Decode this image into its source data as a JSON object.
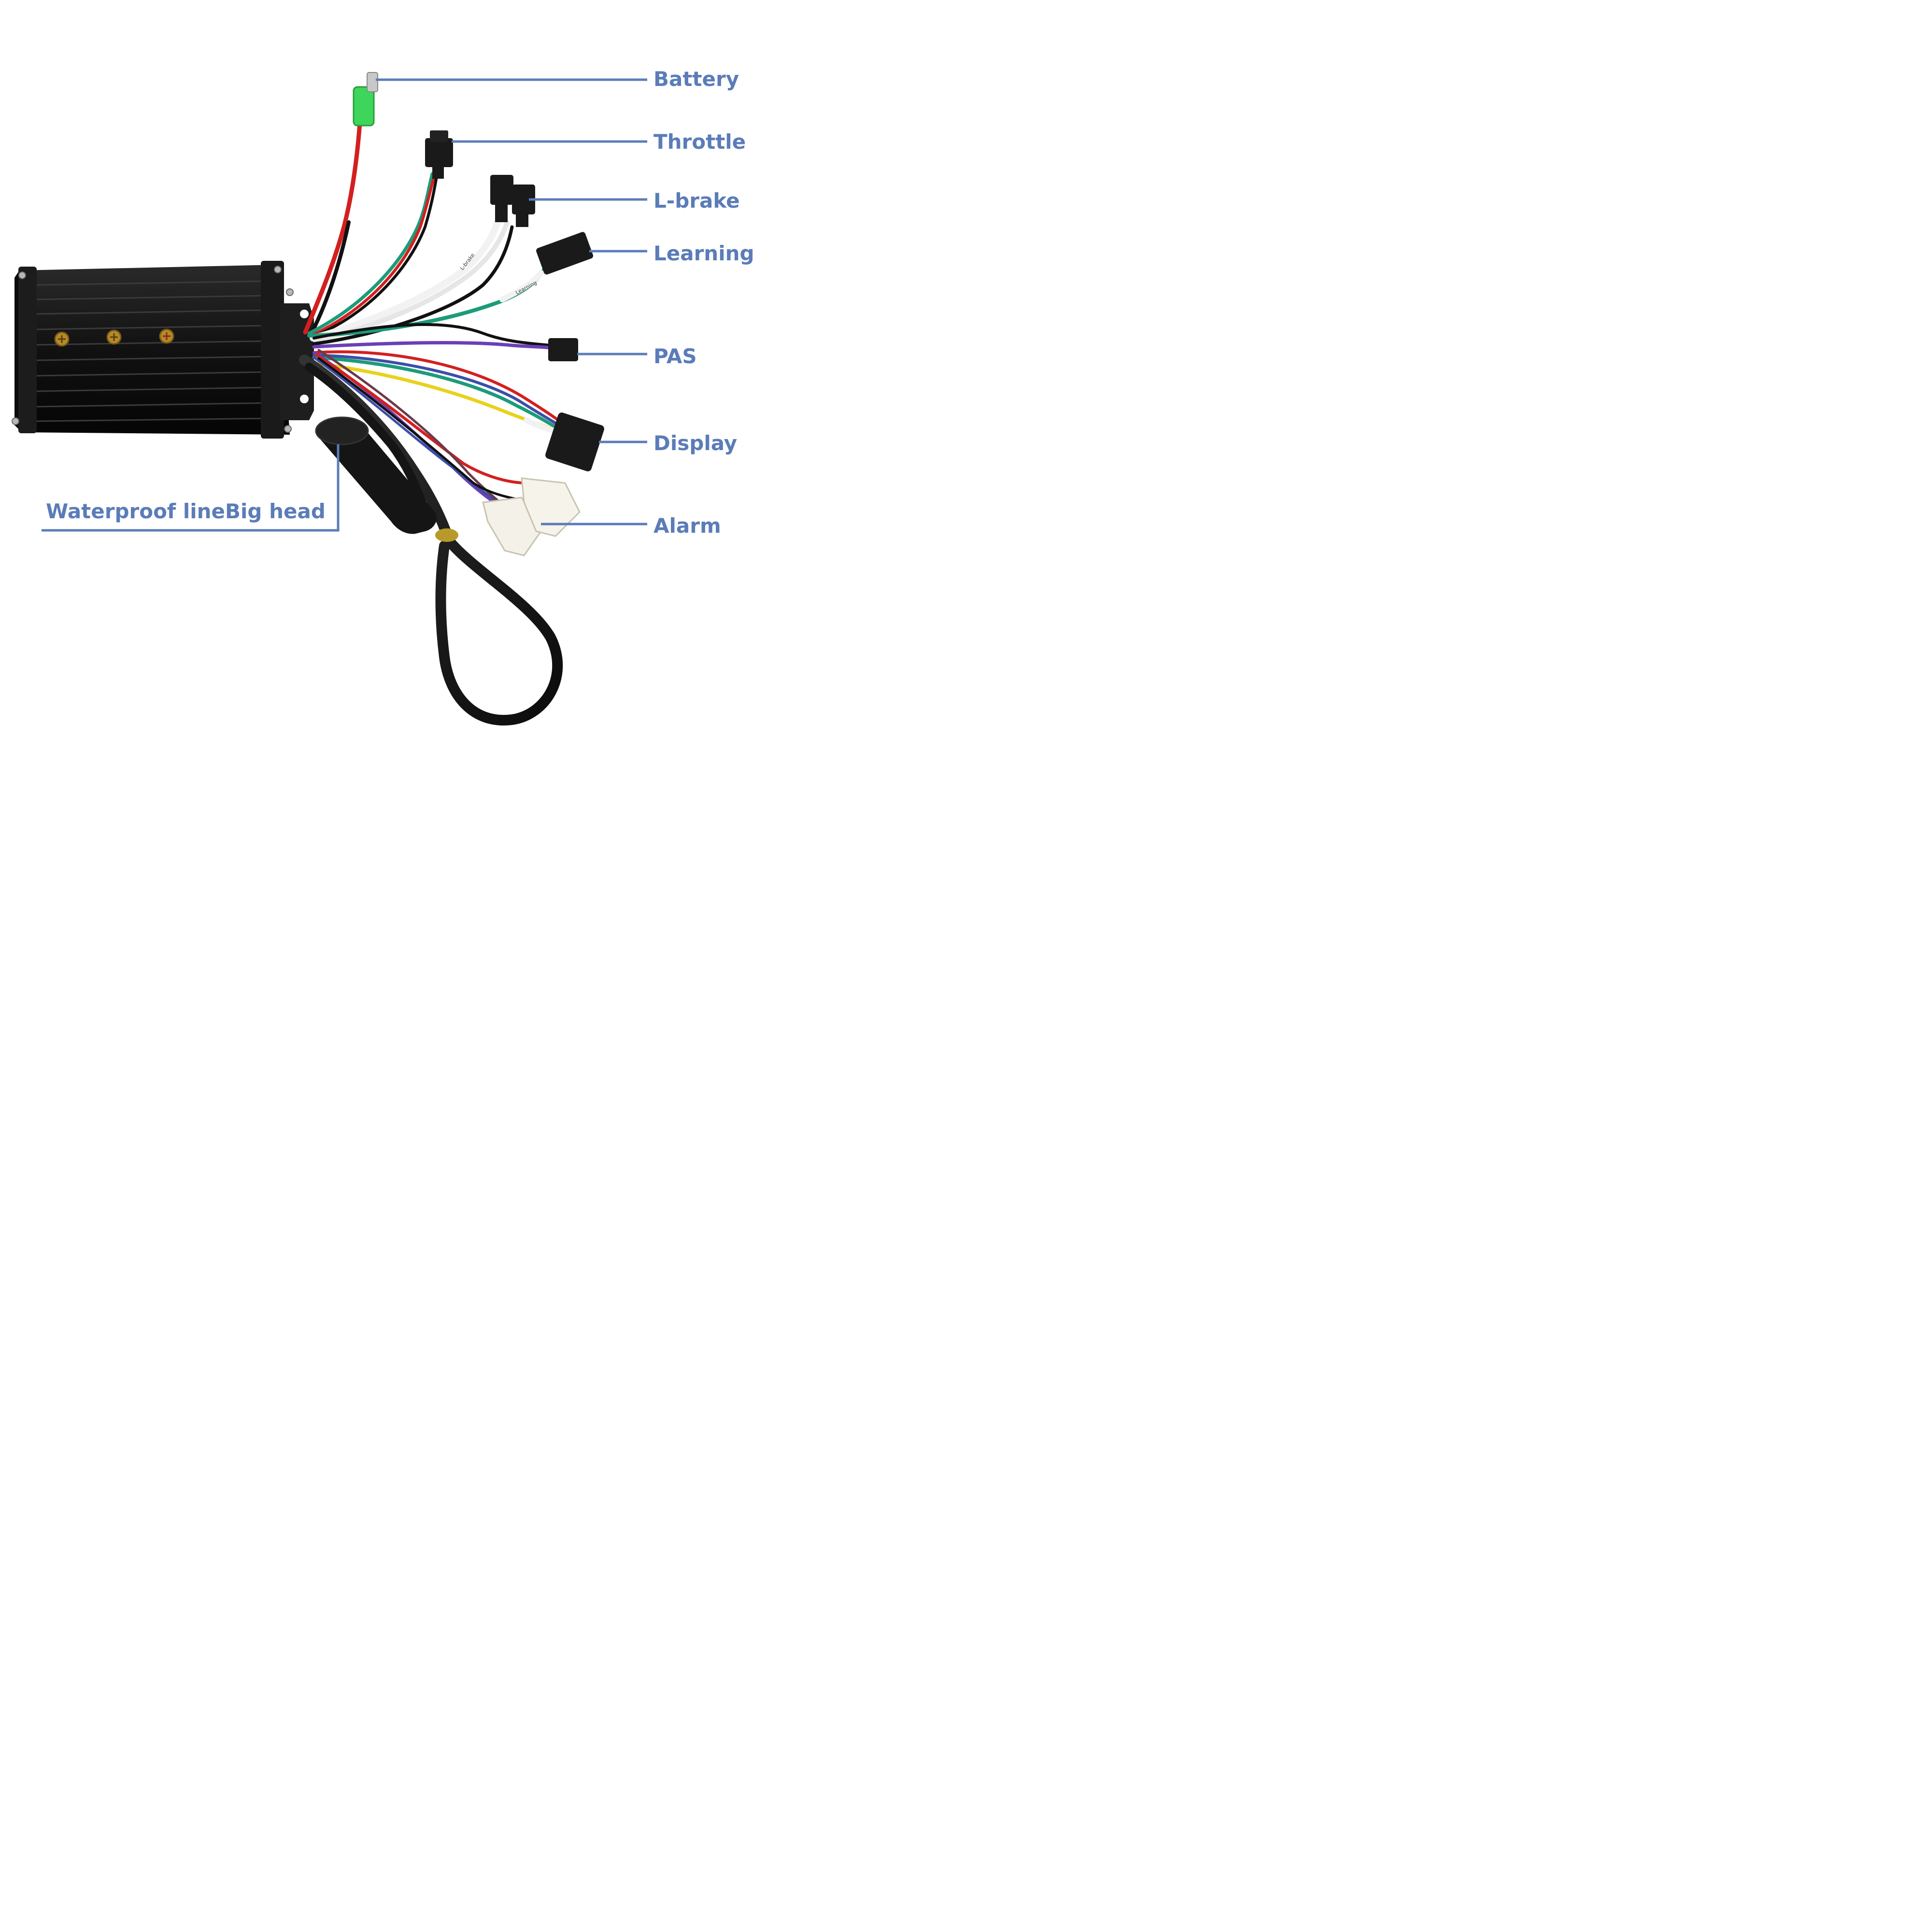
{
  "colors": {
    "callout": "#5b7cb8",
    "housing": "#141414",
    "wire_red": "#d41f1f",
    "wire_black": "#111111",
    "wire_green": "#1c9b7a",
    "wire_white": "#f2f2f2",
    "wire_purple": "#6b3fb8",
    "wire_yellow": "#e8d21c",
    "wire_brown": "#6a3a4a",
    "connector_black": "#1a1a1a",
    "connector_green": "#3ed65a",
    "connector_white": "#f4f1e8"
  },
  "callouts": {
    "battery": "Battery",
    "throttle": "Throttle",
    "lbrake": "L-brake",
    "learning": "Learning",
    "pas": "PAS",
    "display": "Display",
    "alarm": "Alarm",
    "waterproof": "Waterproof lineBig head"
  },
  "wire_tags": {
    "lbrake": "L-brake",
    "learning": "Learning"
  }
}
